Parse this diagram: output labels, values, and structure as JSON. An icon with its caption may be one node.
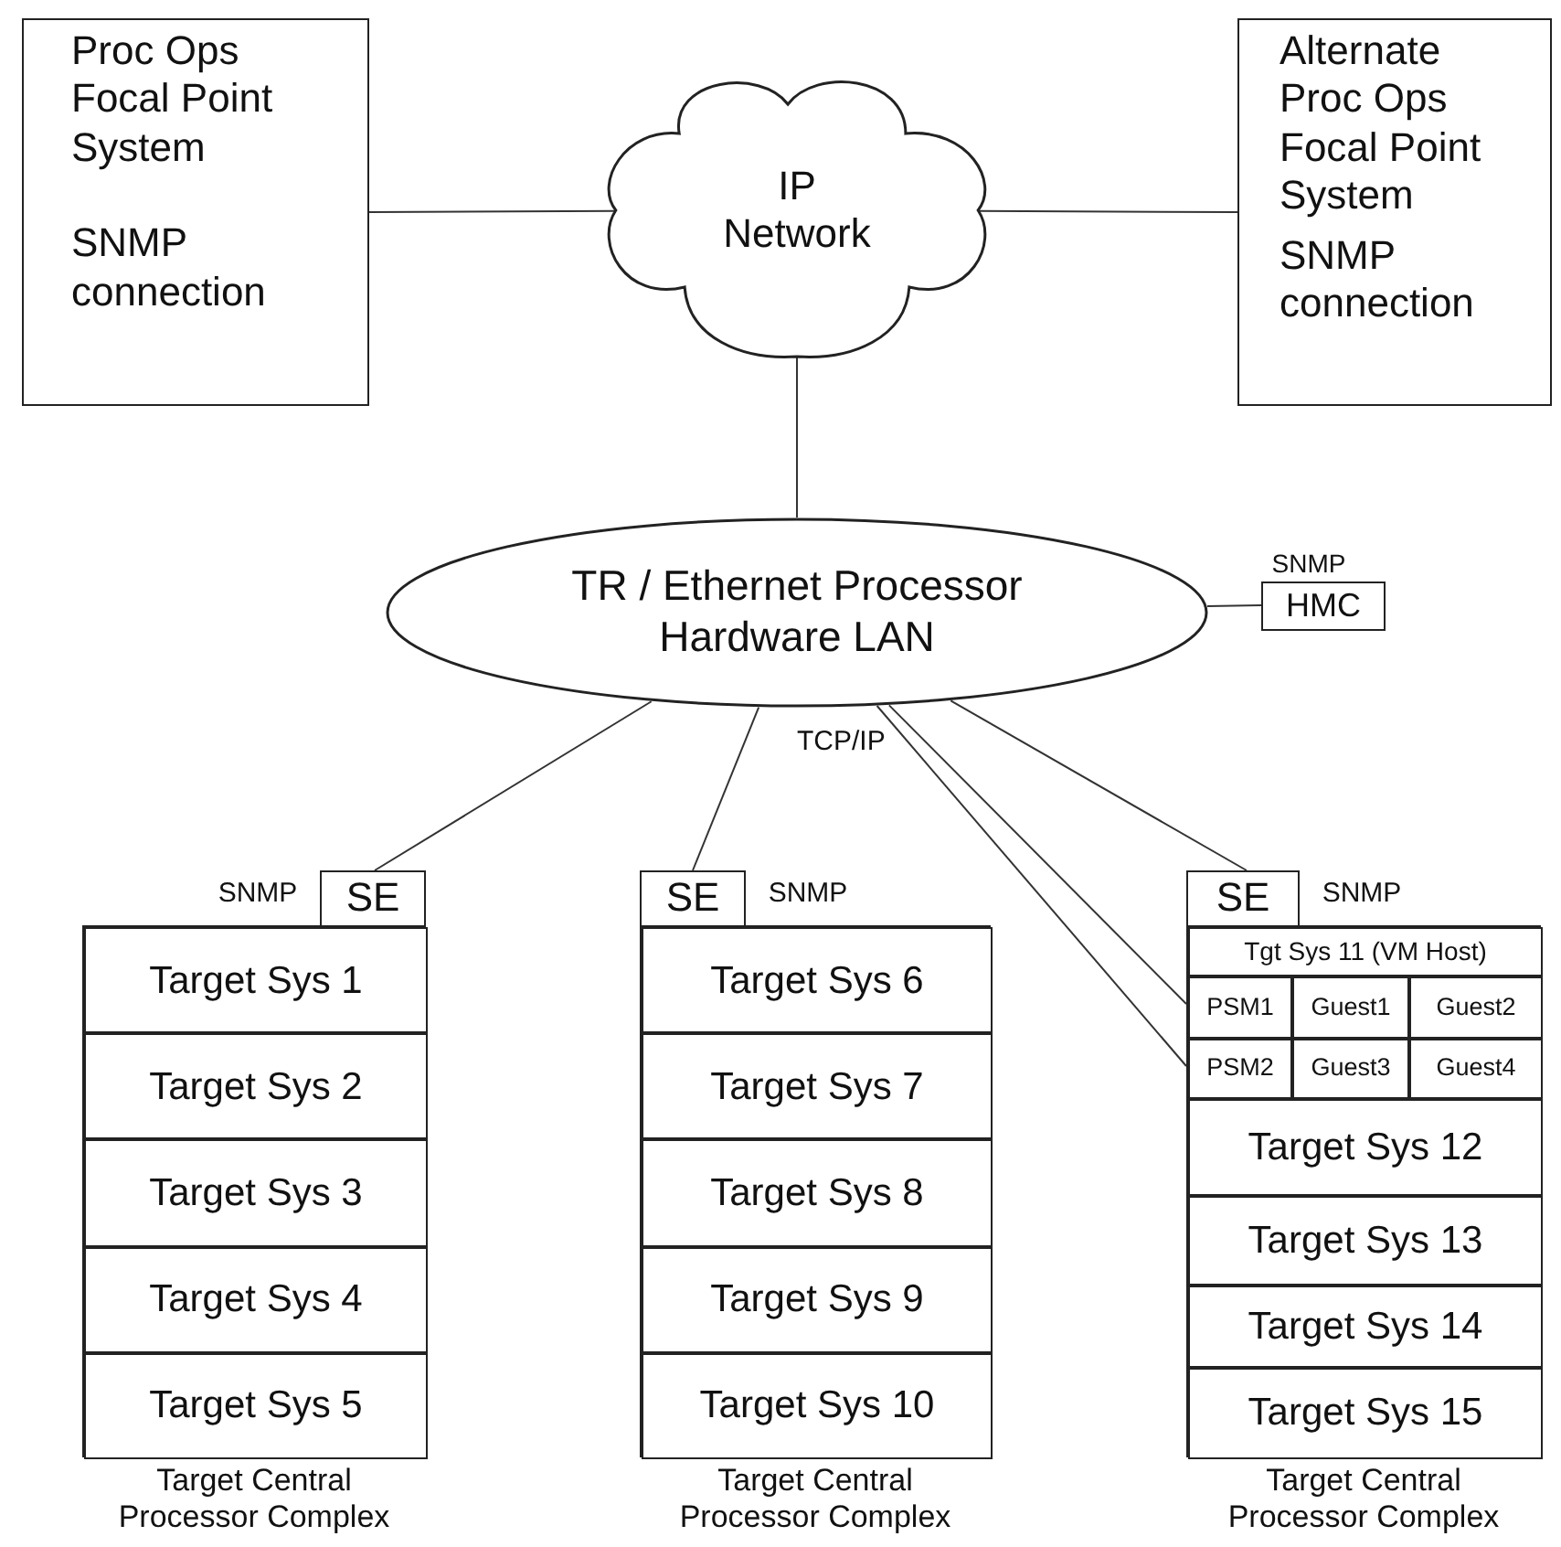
{
  "diagram": {
    "nodes": [
      {
        "text": [
          "Proc Ops Focal Point System",
          "SNMP connection"
        ]
      },
      {
        "text": [
          "IP Network"
        ]
      },
      {
        "text": [
          "Alternate Proc Ops Focal Point System",
          "SNMP connection"
        ]
      },
      {
        "text": [
          "TR / Ethernet Processor Hardware LAN"
        ]
      },
      {
        "text": [
          "HMC"
        ],
        "beside": [
          "SNMP"
        ]
      },
      {
        "text": [
          "SE"
        ],
        "beside": [
          "SNMP"
        ]
      },
      {
        "text": [],
        "shape": "box",
        "beside": [
          "Target Central Processor Complex"
        ]
      },
      {
        "text": [
          "Target Sys 1"
        ],
        "in": 6
      },
      {
        "text": [
          "Target Sys 2"
        ],
        "in": 6
      },
      {
        "text": [
          "Target Sys 3"
        ],
        "in": 6
      },
      {
        "text": [
          "Target Sys 4"
        ],
        "in": 6
      },
      {
        "text": [
          "Target Sys 5"
        ],
        "in": 6
      },
      {
        "text": [
          "SE"
        ],
        "beside": [
          "SNMP"
        ]
      },
      {
        "text": [],
        "shape": "box",
        "beside": [
          "Target Central Processor Complex"
        ]
      },
      {
        "text": [
          "Target Sys 6"
        ],
        "in": 13
      },
      {
        "text": [
          "Target Sys 7"
        ],
        "in": 13
      },
      {
        "text": [
          "Target Sys 8"
        ],
        "in": 13
      },
      {
        "text": [
          "Target Sys 9"
        ],
        "in": 13
      },
      {
        "text": [
          "Target Sys 10"
        ],
        "in": 13
      },
      {
        "text": [
          "SE"
        ],
        "beside": [
          "SNMP"
        ]
      },
      {
        "text": [],
        "shape": "box",
        "beside": [
          "Target Central Processor Complex"
        ]
      },
      {
        "text": [
          "Tgt Sys 11 (VM Host)"
        ],
        "in": 20
      },
      {
        "text": [
          "PSM1"
        ],
        "in": 20
      },
      {
        "text": [
          "Guest1"
        ],
        "in": 20
      },
      {
        "text": [
          "Guest2"
        ],
        "in": 20
      },
      {
        "text": [
          "PSM2"
        ],
        "in": 20
      },
      {
        "text": [
          "Guest3"
        ],
        "in": 20
      },
      {
        "text": [
          "Guest4"
        ],
        "in": 20
      },
      {
        "text": [
          "Target Sys 12"
        ],
        "in": 20
      },
      {
        "text": [
          "Target Sys 13"
        ],
        "in": 20
      },
      {
        "text": [
          "Target Sys 14"
        ],
        "in": 20
      },
      {
        "text": [
          "Target Sys 15"
        ],
        "in": 20
      }
    ],
    "edges": [
      {
        "from": 0,
        "to": 1,
        "arrow": "none"
      },
      {
        "from": 1,
        "to": 2,
        "arrow": "none"
      },
      {
        "from": 1,
        "to": 3,
        "arrow": "none"
      },
      {
        "from": 3,
        "to": 4,
        "arrow": "none"
      },
      {
        "from": 3,
        "to": 5,
        "arrow": "none"
      },
      {
        "from": 3,
        "to": 12,
        "arrow": "none"
      },
      {
        "from": 3,
        "to": 22,
        "arrow": "none"
      },
      {
        "from": 3,
        "to": 25,
        "arrow": "none"
      },
      {
        "from": 3,
        "to": 19,
        "arrow": "none"
      }
    ],
    "labels": [
      "TCP/IP"
    ]
  }
}
